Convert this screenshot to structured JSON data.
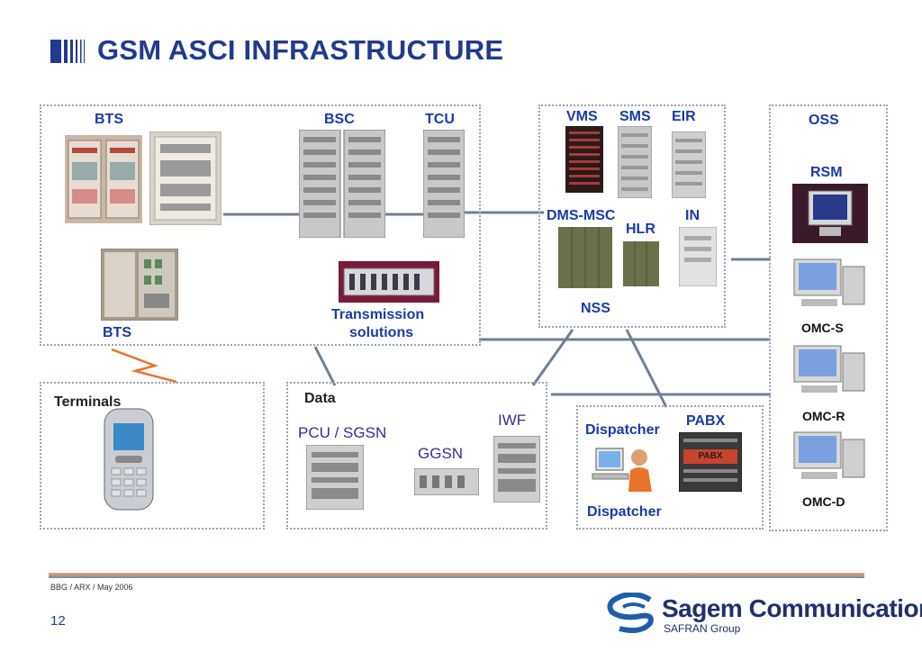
{
  "title": "GSM ASCI INFRASTRUCTURE",
  "bss": {
    "bts_top": "BTS",
    "bsc": "BSC",
    "tcu": "TCU",
    "bts_bottom": "BTS",
    "transmission_line1": "Transmission",
    "transmission_line2": "solutions"
  },
  "nss": {
    "vms": "VMS",
    "sms": "SMS",
    "eir": "EIR",
    "dms_msc": "DMS-MSC",
    "hlr": "HLR",
    "in": "IN",
    "nss": "NSS"
  },
  "oss": {
    "oss": "OSS",
    "rsm": "RSM",
    "omc_s": "OMC-S",
    "omc_r": "OMC-R",
    "omc_d": "OMC-D"
  },
  "terminals": {
    "label": "Terminals"
  },
  "data": {
    "label": "Data",
    "pcu_sgsn": "PCU / SGSN",
    "ggsn": "GGSN",
    "iwf": "IWF"
  },
  "dispatch": {
    "dispatcher_top": "Dispatcher",
    "pabx": "PABX",
    "pabx_device": "PABX",
    "dispatcher_bottom": "Dispatcher"
  },
  "footer": {
    "note": "BBG / ARX / May 2006",
    "page": "12",
    "brand": "Sagem Communication",
    "brand_sub": "SAFRAN Group"
  },
  "colors": {
    "title": "#1f3b8f",
    "label_blue": "#1a3aa8",
    "link": "#6f7f98",
    "radio": "#e8742a"
  }
}
